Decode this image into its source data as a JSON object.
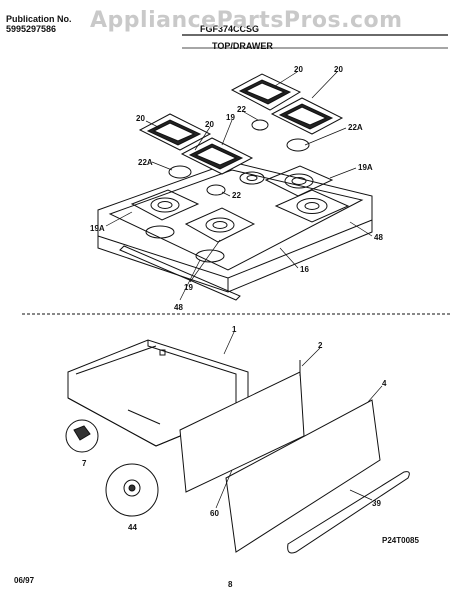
{
  "header": {
    "publication_label": "Publication No.",
    "publication_number": "5995297586",
    "model": "FGF374CCSG",
    "watermark": "AppliancePartsPros.com",
    "section_title": "TOP/DRAWER"
  },
  "callouts": {
    "c20a": "20",
    "c20b": "20",
    "c20c": "20",
    "c20d": "20",
    "c22a": "22",
    "c22b": "22",
    "c22Aa": "22A",
    "c22Ab": "22A",
    "c19a": "19",
    "c19b": "19",
    "c19Aa": "19A",
    "c19Ab": "19A",
    "c48a": "48",
    "c48b": "48",
    "c16": "16",
    "c1": "1",
    "c2": "2",
    "c4": "4",
    "c7": "7",
    "c44": "44",
    "c60": "60",
    "c39": "39"
  },
  "drawing_id": "P24T0085",
  "footer": {
    "date": "06/97",
    "page": "8"
  }
}
